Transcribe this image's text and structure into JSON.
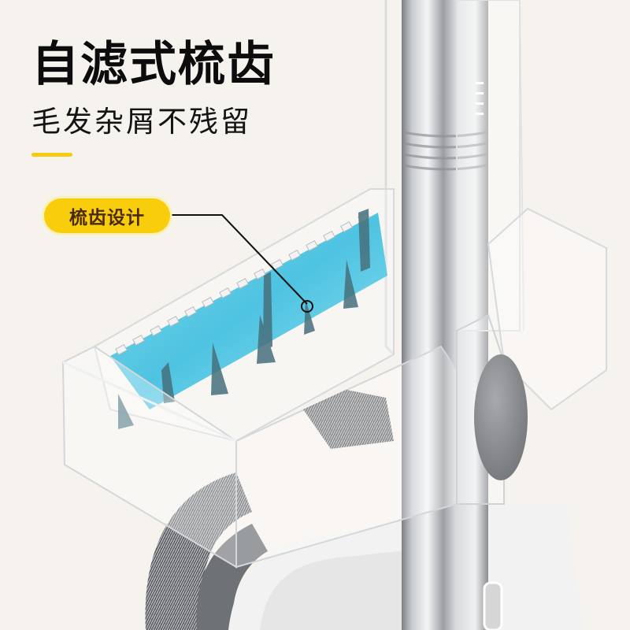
{
  "headline": {
    "title": "自滤式梳齿",
    "subtitle": "毛发杂屑不残留"
  },
  "callout": {
    "label": "梳齿设计",
    "pointer": "leader-line-to-comb-teeth"
  },
  "colors": {
    "background": "#f6f3ee",
    "accent_yellow": "#f5cc12",
    "callout_text": "#4a2a08",
    "filter_cyan": "#4fc6e0",
    "steel": "#b9bcc0"
  },
  "illustration": {
    "subject": "mop-comb-tooth-filter",
    "parts": [
      "steel-pole",
      "transparent-filter-box",
      "cyan-comb-teeth",
      "gray-microfiber-mop-pad",
      "round-knob"
    ]
  }
}
